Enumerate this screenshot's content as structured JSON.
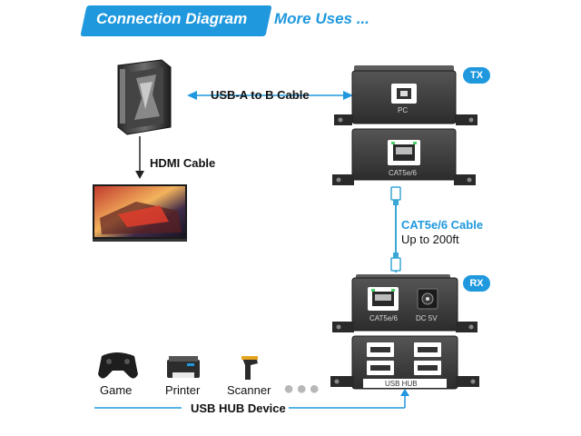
{
  "header": {
    "active_tab": "Connection Diagram",
    "more_link": "More Uses ..."
  },
  "cables": {
    "usb": "USB-A to B Cable",
    "hdmi": "HDMI Cable",
    "cat_name": "CAT5e/6 Cable",
    "cat_range": "Up to 200ft",
    "usb_hub": "USB HUB Device"
  },
  "transmitter": {
    "tag": "TX",
    "pc_port": "PC",
    "lan_port": "CAT5e/6"
  },
  "receiver": {
    "tag": "RX",
    "lan_port": "CAT5e/6",
    "power_port": "DC 5V",
    "hub_label": "USB HUB"
  },
  "usb_devices": [
    {
      "label": "Game",
      "icon": "gamepad-icon"
    },
    {
      "label": "Printer",
      "icon": "printer-icon"
    },
    {
      "label": "Scanner",
      "icon": "barcode-scanner-icon"
    }
  ],
  "colors": {
    "accent": "#1f98de",
    "device_body": "#3b3b3b",
    "cat_cable": "#3aa7d5"
  }
}
